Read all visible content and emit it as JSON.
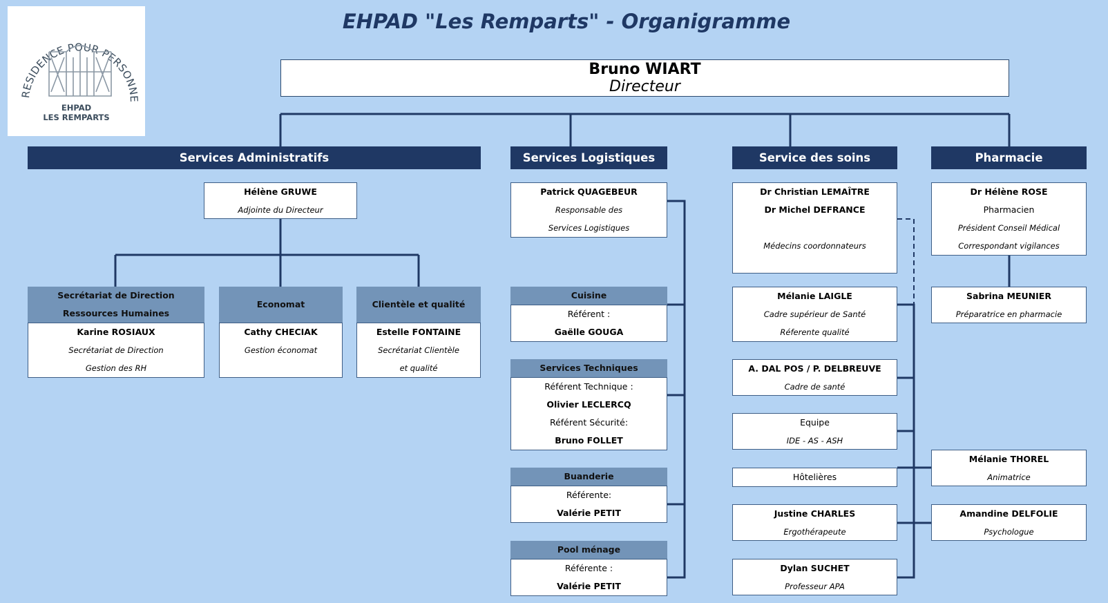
{
  "title": "EHPAD \"Les Remparts\" - Organigramme",
  "logo": {
    "arc_text": "RESIDENCE POUR PERSONNES AGEES",
    "line1": "EHPAD",
    "line2": "LES REMPARTS"
  },
  "director": {
    "name": "Bruno WIART",
    "role": "Directeur"
  },
  "sections": {
    "admin": "Services Administratifs",
    "logistique": "Services Logistiques",
    "soins": "Service des soins",
    "pharmacie": "Pharmacie"
  },
  "admin": {
    "adjointe": {
      "name": "Hélène GRUWE",
      "role": "Adjointe du Directeur"
    },
    "secretariat": {
      "header1": "Secrétariat de Direction",
      "header2": "Ressources Humaines",
      "name": "Karine ROSIAUX",
      "role1": "Secrétariat de Direction",
      "role2": "Gestion des RH"
    },
    "economat": {
      "header": "Economat",
      "name": "Cathy CHECIAK",
      "role": "Gestion économat"
    },
    "clientele": {
      "header": "Clientèle et qualité",
      "name": "Estelle FONTAINE",
      "role1": "Secrétariat Clientèle",
      "role2": "et qualité"
    }
  },
  "logistique": {
    "responsable": {
      "name": "Patrick QUAGEBEUR",
      "role1": "Responsable des",
      "role2": "Services Logistiques"
    },
    "cuisine": {
      "header": "Cuisine",
      "label": "Référent :",
      "name": "Gaëlle GOUGA"
    },
    "techniques": {
      "header": "Services Techniques",
      "label1": "Référent Technique :",
      "name1": "Olivier LECLERCQ",
      "label2": "Référent Sécurité:",
      "name2": "Bruno FOLLET"
    },
    "buanderie": {
      "header": "Buanderie",
      "label": "Référente:",
      "name": "Valérie PETIT"
    },
    "menage": {
      "header": "Pool ménage",
      "label": "Référente :",
      "name": "Valérie PETIT"
    }
  },
  "soins": {
    "medecins": {
      "name1": "Dr Christian LEMAÎTRE",
      "name2": "Dr Michel DEFRANCE",
      "role": "Médecins coordonnateurs"
    },
    "cadre_sup": {
      "name": "Mélanie LAIGLE",
      "role1": "Cadre supérieur de Santé",
      "role2": "Réferente qualité"
    },
    "cadres": {
      "name": "A. DAL POS / P. DELBREUVE",
      "role": "Cadre de santé"
    },
    "equipe": {
      "name": "Equipe",
      "role": "IDE - AS - ASH"
    },
    "hotelieres": {
      "name": "Hôtelières"
    },
    "ergo": {
      "name": "Justine CHARLES",
      "role": "Ergothérapeute"
    },
    "apa": {
      "name": "Dylan SUCHET",
      "role": "Professeur APA"
    }
  },
  "pharmacie": {
    "pharmacien": {
      "name": "Dr Hélène ROSE",
      "role": "Pharmacien",
      "role2": "Président Conseil Médical",
      "role3": "Correspondant vigilances"
    },
    "preparatrice": {
      "name": "Sabrina MEUNIER",
      "role": "Préparatrice en pharmacie"
    },
    "animatrice": {
      "name": "Mélanie THOREL",
      "role": "Animatrice"
    },
    "psychologue": {
      "name": "Amandine DELFOLIE",
      "role": "Psychologue"
    }
  }
}
